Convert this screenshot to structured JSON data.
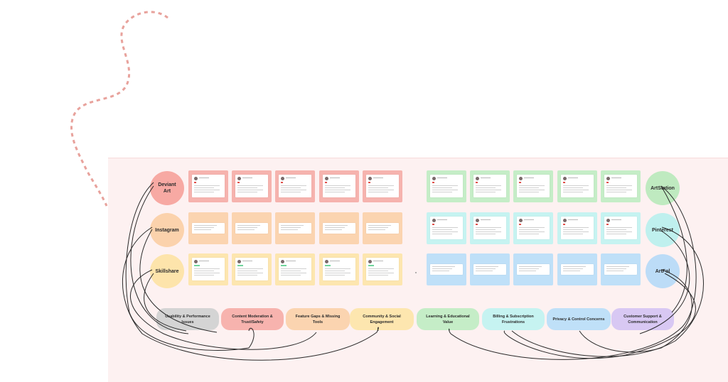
{
  "platforms_left": [
    {
      "key": "deviantart",
      "label": "Deviant\nArt",
      "color": "#f7a9a3"
    },
    {
      "key": "instagram",
      "label": "Instagram",
      "color": "#fbd2ac"
    },
    {
      "key": "skillshare",
      "label": "Skillshare",
      "color": "#fde4ab"
    }
  ],
  "platforms_right": [
    {
      "key": "artstation",
      "label": "ArtStation",
      "color": "#bfeac0"
    },
    {
      "key": "pinterest",
      "label": "Pinterest",
      "color": "#bff0ee"
    },
    {
      "key": "artfol",
      "label": "ArtFol",
      "color": "#bcdcf7"
    }
  ],
  "card_rows": [
    {
      "side": "left",
      "color": "#f6b3ae",
      "style": "review",
      "count": 5
    },
    {
      "side": "left",
      "color": "#fbd4b0",
      "style": "text",
      "count": 5
    },
    {
      "side": "left",
      "color": "#fde6af",
      "style": "review-tag",
      "count": 5
    },
    {
      "side": "right",
      "color": "#c5edc7",
      "style": "review",
      "count": 5
    },
    {
      "side": "right",
      "color": "#c6f3f1",
      "style": "review",
      "count": 5
    },
    {
      "side": "right",
      "color": "#bfe0f8",
      "style": "text",
      "count": 5
    }
  ],
  "categories": [
    {
      "key": "usability",
      "label": "Usability & Performance\nIssues",
      "color": "#d4d4d4"
    },
    {
      "key": "moderation",
      "label": "Content Moderation &\nTrust/Safety",
      "color": "#f7b3ae"
    },
    {
      "key": "feature-gaps",
      "label": "Feature Gaps & Missing\nTools",
      "color": "#fbd4b0"
    },
    {
      "key": "community",
      "label": "Community & Social\nEngagement",
      "color": "#fde6af"
    },
    {
      "key": "learning",
      "label": "Learning & Educational\nValue",
      "color": "#c5edc7"
    },
    {
      "key": "billing",
      "label": "Billing & Subscription\nFrustrations",
      "color": "#c6f3f1"
    },
    {
      "key": "privacy",
      "label": "Privacy & Control Concerns",
      "color": "#bfe0f8"
    },
    {
      "key": "support",
      "label": "Customer Support &\nCommunication",
      "color": "#d8c8f3"
    }
  ],
  "colors": {
    "board": "#fdf1f1",
    "wire": "#2a2a2a",
    "dash_a": "#e8a29c",
    "dash_b": "#c9c9c9"
  }
}
